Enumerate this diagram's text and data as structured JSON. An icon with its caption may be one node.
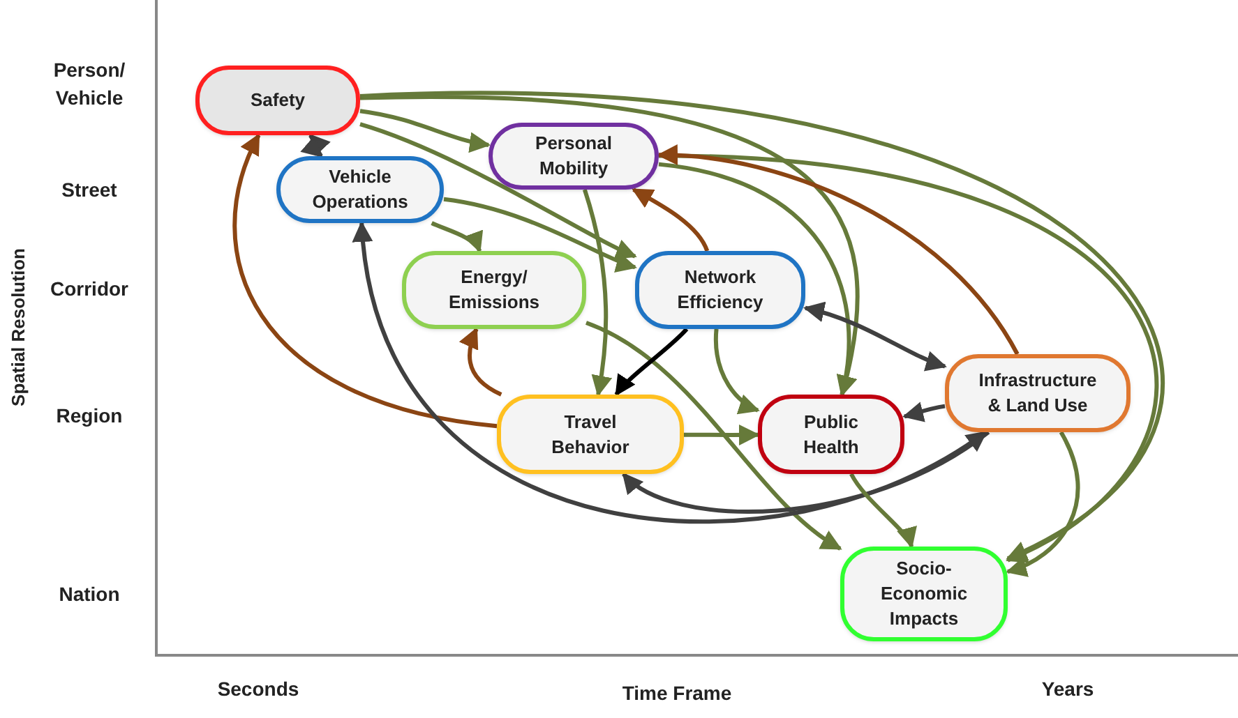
{
  "diagram": {
    "nodes": [
      {
        "text": [
          "Safety"
        ]
      },
      {
        "text": [
          "Personal Mobility"
        ]
      },
      {
        "text": [
          "Vehicle Operations"
        ]
      },
      {
        "text": [
          "Energy/ Emissions"
        ]
      },
      {
        "text": [
          "Network Efficiency"
        ]
      },
      {
        "text": [
          "Travel Behavior"
        ]
      },
      {
        "text": [
          "Public Health"
        ]
      },
      {
        "text": [
          "Infrastructure & Land Use"
        ]
      },
      {
        "text": [
          "Socio-Economic Impacts"
        ]
      }
    ],
    "edges": [
      {
        "from": 0,
        "to": 2,
        "arrow": "both",
        "color": "#404040"
      },
      {
        "from": 0,
        "to": 1,
        "arrow": "to"
      },
      {
        "from": 0,
        "to": 4,
        "arrow": "to"
      },
      {
        "from": 0,
        "to": 8,
        "arrow": "to"
      },
      {
        "from": 0,
        "to": 6,
        "arrow": "to"
      },
      {
        "from": 1,
        "to": 5,
        "arrow": "to"
      },
      {
        "from": 1,
        "to": 8,
        "arrow": "to"
      },
      {
        "from": 1,
        "to": 6,
        "arrow": "to"
      },
      {
        "from": 2,
        "to": 3,
        "arrow": "to"
      },
      {
        "from": 2,
        "to": 4,
        "arrow": "to"
      },
      {
        "from": 3,
        "to": 8,
        "arrow": "to"
      },
      {
        "from": 4,
        "to": 1,
        "arrow": "to",
        "color": "#8b4513"
      },
      {
        "from": 4,
        "to": 5,
        "arrow": "to",
        "color": "#000000"
      },
      {
        "from": 4,
        "to": 7,
        "arrow": "both",
        "color": "#404040"
      },
      {
        "from": 4,
        "to": 6,
        "arrow": "to"
      },
      {
        "from": 7,
        "to": 1,
        "arrow": "to",
        "color": "#8b4513"
      },
      {
        "from": 7,
        "to": 6,
        "arrow": "to",
        "color": "#404040"
      },
      {
        "from": 7,
        "to": 8,
        "arrow": "to"
      },
      {
        "from": 5,
        "to": 0,
        "arrow": "to",
        "color": "#8b4513"
      },
      {
        "from": 5,
        "to": 3,
        "arrow": "to",
        "color": "#8b4513"
      },
      {
        "from": 5,
        "to": 6,
        "arrow": "to"
      },
      {
        "from": 2,
        "to": 7,
        "arrow": "both",
        "color": "#404040"
      },
      {
        "from": 7,
        "to": 5,
        "arrow": "to",
        "color": "#404040"
      },
      {
        "from": 6,
        "to": 8,
        "arrow": "to"
      }
    ],
    "labels": [
      "Person/ Vehicle",
      "Street",
      "Corridor",
      "Region",
      "Nation",
      "Spatial Resolution",
      "Seconds",
      "Time Frame",
      "Years"
    ]
  }
}
